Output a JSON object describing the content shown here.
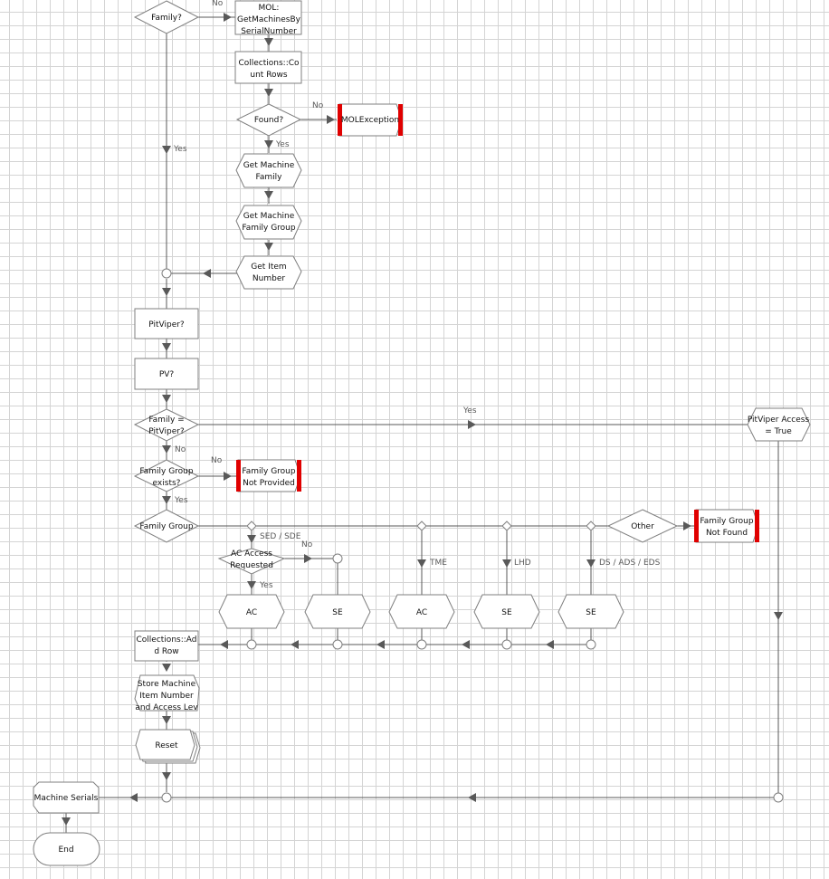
{
  "colors": {
    "grid": "#d4d4d4",
    "line": "#595959",
    "shape_border": "#7f7f7f",
    "exception_bar": "#e00000"
  },
  "nodes": {
    "family_decision": [
      "Family?"
    ],
    "get_machines": [
      "MOL:",
      "GetMachinesBy",
      "SerialNumber"
    ],
    "count_rows": [
      "Collections::Co",
      "unt Rows"
    ],
    "found_decision": [
      "Found?"
    ],
    "mol_exception": [
      "MOLException"
    ],
    "get_machine_family": [
      "Get Machine",
      "Family"
    ],
    "get_machine_family_group": [
      "Get Machine",
      "Family Group"
    ],
    "get_item_number": [
      "Get Item",
      "Number"
    ],
    "pitviper_calc": [
      "PitViper?"
    ],
    "pv_calc": [
      "PV?"
    ],
    "family_pitviper_decision": [
      "Family =",
      "PitViper?"
    ],
    "pitviper_access": [
      "PitViper Access",
      "= True"
    ],
    "family_group_exists": [
      "Family Group",
      "exists?"
    ],
    "family_group_not_provided": [
      "Family Group",
      "Not Provided"
    ],
    "family_group_choice": [
      "Family Group"
    ],
    "other": [
      "Other"
    ],
    "family_group_not_found": [
      "Family Group",
      "Not Found"
    ],
    "ac_access_requested": [
      "AC Access",
      "Requested"
    ],
    "ac_1": [
      "AC"
    ],
    "se_1": [
      "SE"
    ],
    "ac_2": [
      "AC"
    ],
    "se_2": [
      "SE"
    ],
    "se_3": [
      "SE"
    ],
    "collections_add_row": [
      "Collections::Ad",
      "d Row"
    ],
    "store_machine": [
      "Store Machine",
      "Item Number",
      "and  Access Lev"
    ],
    "reset": [
      "Reset"
    ],
    "machine_serials": [
      "Machine Serials"
    ],
    "end": [
      "End"
    ]
  },
  "labels": {
    "no_family": "No",
    "yes_family": "Yes",
    "no_found": "No",
    "yes_found": "Yes",
    "yes_pitviper": "Yes",
    "no_pitviper": "No",
    "no_group_exists": "No",
    "yes_group_exists": "Yes",
    "sed_sde": "SED / SDE",
    "no_ac_access": "No",
    "yes_ac_access": "Yes",
    "tme": "TME",
    "lhd": "LHD",
    "ds_ads_eds": "DS / ADS / EDS"
  }
}
